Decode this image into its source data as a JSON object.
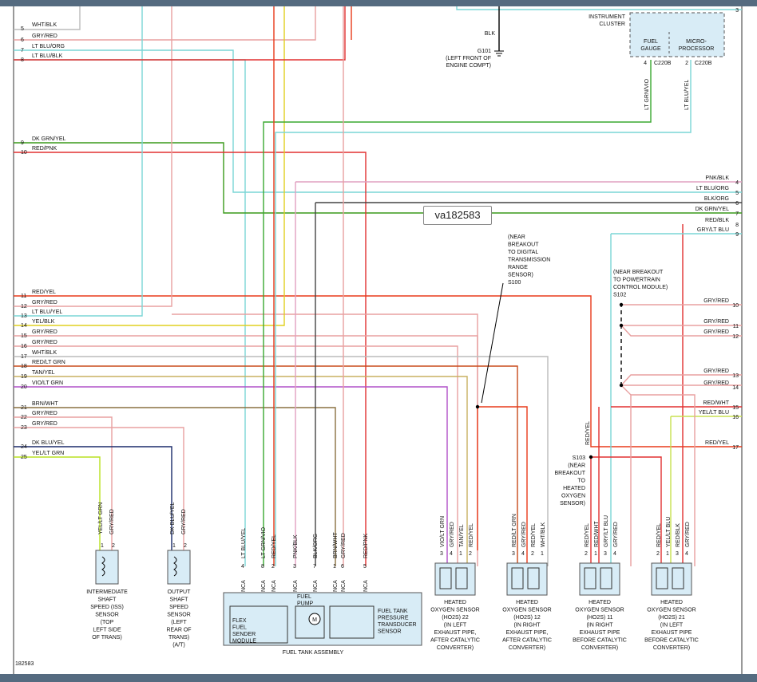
{
  "diagram_tag": "va182583",
  "figure_id": "182583",
  "left_wires": [
    {
      "pin": "5",
      "label": "WHT/BLK",
      "color": "#bbbbbb"
    },
    {
      "pin": "6",
      "label": "GRY/RED",
      "color": "#e8a0a0"
    },
    {
      "pin": "7",
      "label": "LT BLU/ORG",
      "color": "#7ad6d6"
    },
    {
      "pin": "8",
      "label": "LT BLU/BLK",
      "color": "#7ad6d6"
    },
    {
      "pin": "9",
      "label": "DK GRN/YEL",
      "color": "#3a9a1a"
    },
    {
      "pin": "10",
      "label": "RED/PNK",
      "color": "#e23030"
    },
    {
      "pin": "11",
      "label": "RED/YEL",
      "color": "#e83a1a"
    },
    {
      "pin": "12",
      "label": "GRY/RED",
      "color": "#e8a0a0"
    },
    {
      "pin": "13",
      "label": "LT BLU/YEL",
      "color": "#7ad6d6"
    },
    {
      "pin": "14",
      "label": "YEL/BLK",
      "color": "#e0d020"
    },
    {
      "pin": "15",
      "label": "GRY/RED",
      "color": "#e8a0a0"
    },
    {
      "pin": "16",
      "label": "GRY/RED",
      "color": "#e8a0a0"
    },
    {
      "pin": "17",
      "label": "WHT/BLK",
      "color": "#bbbbbb"
    },
    {
      "pin": "18",
      "label": "RED/LT GRN",
      "color": "#c84a1a"
    },
    {
      "pin": "19",
      "label": "TAN/YEL",
      "color": "#c8b060"
    },
    {
      "pin": "20",
      "label": "VIO/LT GRN",
      "color": "#b050c8"
    },
    {
      "pin": "21",
      "label": "BRN/WHT",
      "color": "#8a7040"
    },
    {
      "pin": "22",
      "label": "GRY/RED",
      "color": "#e8a0a0"
    },
    {
      "pin": "23",
      "label": "GRY/RED",
      "color": "#e8a0a0"
    },
    {
      "pin": "24",
      "label": "DK BLU/YEL",
      "color": "#1a2a6a"
    },
    {
      "pin": "25",
      "label": "YEL/LT GRN",
      "color": "#b8e020"
    }
  ],
  "right_wires_top": [
    {
      "pin": "3",
      "label": "",
      "color": "#7ad6d6"
    },
    {
      "pin": "4",
      "label": "PNK/BLK",
      "color": "#e0a0c0"
    },
    {
      "pin": "5",
      "label": "LT BLU/ORG",
      "color": "#7ad6d6"
    },
    {
      "pin": "6",
      "label": "BLK/ORG",
      "color": "#444444"
    },
    {
      "pin": "7",
      "label": "DK GRN/YEL",
      "color": "#3a9a1a"
    },
    {
      "pin": "8",
      "label": "RED/BLK",
      "color": "#e23030"
    },
    {
      "pin": "9",
      "label": "GRY/LT BLU",
      "color": "#7ad6d6"
    }
  ],
  "right_wires_bottom": [
    {
      "pin": "10",
      "label": "GRY/RED",
      "color": "#e8a0a0"
    },
    {
      "pin": "11",
      "label": "GRY/RED",
      "color": "#e8a0a0"
    },
    {
      "pin": "12",
      "label": "GRY/RED",
      "color": "#e8a0a0"
    },
    {
      "pin": "13",
      "label": "GRY/RED",
      "color": "#e8a0a0"
    },
    {
      "pin": "14",
      "label": "GRY/RED",
      "color": "#e8a0a0"
    },
    {
      "pin": "15",
      "label": "RED/WHT",
      "color": "#e23030"
    },
    {
      "pin": "16",
      "label": "YEL/LT BLU",
      "color": "#c8e050"
    },
    {
      "pin": "17",
      "label": "RED/YEL",
      "color": "#e83a1a"
    }
  ],
  "instrument_cluster": {
    "title_line1": "INSTRUMENT",
    "title_line2": "CLUSTER",
    "fuel_gauge": [
      "FUEL",
      "GAUGE"
    ],
    "microprocessor": [
      "MICRO-",
      "PROCESSOR"
    ],
    "pin_left": "4",
    "conn_left": "C220B",
    "wire_left": "LT GRN/VIO",
    "pin_right": "2",
    "conn_right": "C220B",
    "wire_right": "LT BLU/YEL"
  },
  "ground": {
    "wire": "BLK",
    "id": "G101",
    "loc": [
      "(LEFT FRONT OF",
      "ENGINE COMPT)"
    ]
  },
  "splice_s100": [
    "(NEAR",
    "BREAKOUT",
    "TO DIGITAL",
    "TRANSMISSION",
    "RANGE",
    "SENSOR)",
    "S100"
  ],
  "splice_s102": [
    "(NEAR BREAKOUT",
    "TO POWERTRAIN",
    "CONTROL MODULE)",
    "S102"
  ],
  "splice_s103": [
    "S103",
    "(NEAR",
    "BREAKOUT",
    "TO",
    "HEATED",
    "OXYGEN",
    "SENSOR)"
  ],
  "s103_wire": "RED/YEL",
  "iss_sensor": {
    "wires": [
      {
        "pin": "1",
        "label": "YEL/LT GRN"
      },
      {
        "pin": "2",
        "label": "GRY/RED"
      }
    ],
    "caption": [
      "INTERMEDIATE",
      "SHAFT",
      "SPEED (ISS)",
      "SENSOR",
      "(TOP",
      "LEFT SIDE",
      "OF TRANS)"
    ]
  },
  "oss_sensor": {
    "wires": [
      {
        "pin": "1",
        "label": "DK BLU/YEL"
      },
      {
        "pin": "2",
        "label": "GRY/RED"
      }
    ],
    "caption": [
      "OUTPUT",
      "SHAFT",
      "SPEED",
      "SENSOR",
      "(LEFT",
      "REAR OF",
      "TRANS)",
      "(A/T)"
    ]
  },
  "fuel_tank": {
    "wires": [
      {
        "pin": "4",
        "label": "LT BLU/YEL",
        "nca": "NCA"
      },
      {
        "pin": "8",
        "label": "LT GRN/VIO",
        "nca": "NCA"
      },
      {
        "pin": "2",
        "label": "RED/YEL",
        "nca": "NCA"
      },
      {
        "pin": "3",
        "label": "PNK/BLK",
        "nca": "NCA"
      },
      {
        "pin": "7",
        "label": "BLK/ORG",
        "nca": "NCA"
      },
      {
        "pin": "1",
        "label": "BRN/WHT",
        "nca": "NCA"
      },
      {
        "pin": "6",
        "label": "GRY/RED",
        "nca": "NCA"
      },
      {
        "pin": "5",
        "label": "RED/PNK",
        "nca": "NCA"
      }
    ],
    "flex_module": [
      "FLEX",
      "FUEL",
      "SENDER",
      "MODULE"
    ],
    "pump": [
      "FUEL",
      "PUMP"
    ],
    "motor": "M",
    "transducer": [
      "FUEL TANK",
      "PRESSURE",
      "TRANSDUCER",
      "SENSOR"
    ],
    "assembly": "FUEL TANK ASSEMBLY"
  },
  "o2_sensors": [
    {
      "wires": [
        {
          "pin": "3",
          "label": "VIO/LT GRN"
        },
        {
          "pin": "4",
          "label": "GRY/RED"
        },
        {
          "pin": "1",
          "label": "TAN/YEL"
        },
        {
          "pin": "2",
          "label": "RED/YEL"
        }
      ],
      "caption": [
        "HEATED",
        "OXYGEN SENSOR",
        "(HO2S) 22",
        "(IN LEFT",
        "EXHAUST PIPE,",
        "AFTER CATALYTIC",
        "CONVERTER)"
      ]
    },
    {
      "wires": [
        {
          "pin": "3",
          "label": "RED/LT GRN"
        },
        {
          "pin": "4",
          "label": "GRY/RED"
        },
        {
          "pin": "2",
          "label": "RED/YEL"
        },
        {
          "pin": "1",
          "label": "WHT/BLK"
        }
      ],
      "caption": [
        "HEATED",
        "OXYGEN SENSOR",
        "(HO2S) 12",
        "(IN RIGHT",
        "EXHAUST PIPE,",
        "AFTER CATALYTIC",
        "CONVERTER)"
      ]
    },
    {
      "wires": [
        {
          "pin": "2",
          "label": "RED/YEL"
        },
        {
          "pin": "1",
          "label": "RED/WHT"
        },
        {
          "pin": "3",
          "label": "GRY/LT BLU"
        },
        {
          "pin": "4",
          "label": "GRY/RED"
        }
      ],
      "caption": [
        "HEATED",
        "OXYGEN SENSOR",
        "(HO2S) 11",
        "(IN RIGHT",
        "EXHAUST PIPE",
        "BEFORE CATALYTIC",
        "CONVERTER)"
      ]
    },
    {
      "wires": [
        {
          "pin": "2",
          "label": "RED/YEL"
        },
        {
          "pin": "1",
          "label": "YEL/LT BLU"
        },
        {
          "pin": "3",
          "label": "RED/BLK"
        },
        {
          "pin": "4",
          "label": "GRY/RED"
        }
      ],
      "caption": [
        "HEATED",
        "OXYGEN SENSOR",
        "(HO2S) 21",
        "(IN LEFT",
        "EXHAUST PIPE",
        "BEFORE CATALYTIC",
        "CONVERTER)"
      ]
    }
  ]
}
